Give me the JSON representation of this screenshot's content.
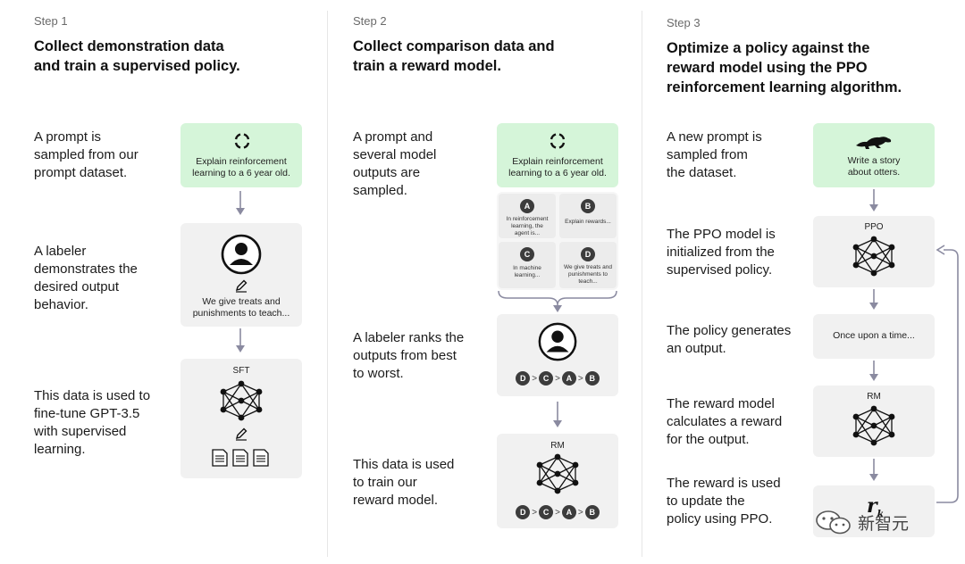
{
  "step1": {
    "label": "Step 1",
    "title_line1": "Collect demonstration data",
    "title_line2": "and train a supervised policy.",
    "desc1": [
      "A prompt is",
      "sampled from our",
      "prompt dataset."
    ],
    "desc2": [
      "A labeler",
      "demonstrates the",
      "desired output",
      "behavior."
    ],
    "desc3": [
      "This data is used to",
      "fine-tune GPT-3.5",
      "with supervised",
      "learning."
    ],
    "prompt": [
      "Explain reinforcement",
      "learning to a 6 year old."
    ],
    "demo_output": [
      "We give treats and",
      "punishments to teach..."
    ],
    "model_label": "SFT"
  },
  "step2": {
    "label": "Step 2",
    "title_line1": "Collect comparison data and",
    "title_line2": "train a reward model.",
    "desc1": [
      "A prompt and",
      "several model",
      "outputs are",
      "sampled."
    ],
    "desc2": [
      "A labeler ranks the",
      "outputs from best",
      "to worst."
    ],
    "desc3": [
      "This data is used",
      "to train our",
      "reward model."
    ],
    "prompt": [
      "Explain reinforcement",
      "learning to a 6 year old."
    ],
    "outputs": [
      {
        "letter": "A",
        "text": [
          "In reinforcement",
          "learning, the",
          "agent is..."
        ]
      },
      {
        "letter": "B",
        "text": [
          "Explain rewards..."
        ]
      },
      {
        "letter": "C",
        "text": [
          "In machine",
          "learning..."
        ]
      },
      {
        "letter": "D",
        "text": [
          "We give treats and",
          "punishments to",
          "teach..."
        ]
      }
    ],
    "ranking": [
      "D",
      "C",
      "A",
      "B"
    ],
    "model_label": "RM"
  },
  "step3": {
    "label": "Step 3",
    "title_line1": "Optimize a policy against the",
    "title_line2": "reward model using the PPO",
    "title_line3": "reinforcement learning algorithm.",
    "desc1": [
      "A new prompt is",
      "sampled from",
      "the dataset."
    ],
    "desc2": [
      "The PPO model is",
      "initialized from the",
      "supervised policy."
    ],
    "desc3": [
      "The policy generates",
      "an output."
    ],
    "desc4": [
      "The reward model",
      "calculates a reward",
      "for the output."
    ],
    "desc5": [
      "The reward is used",
      "to update the",
      "policy using PPO."
    ],
    "prompt": [
      "Write a story",
      "about otters."
    ],
    "ppo_label": "PPO",
    "output_text": "Once upon a time...",
    "rm_label": "RM",
    "reward_symbol": "r",
    "reward_sub": "k"
  },
  "watermark": "新智元",
  "colors": {
    "green_card": "#d5f5d9",
    "card": "#f1f1f1",
    "arrow": "#8a8aa0",
    "dark": "#3c3c3c"
  }
}
